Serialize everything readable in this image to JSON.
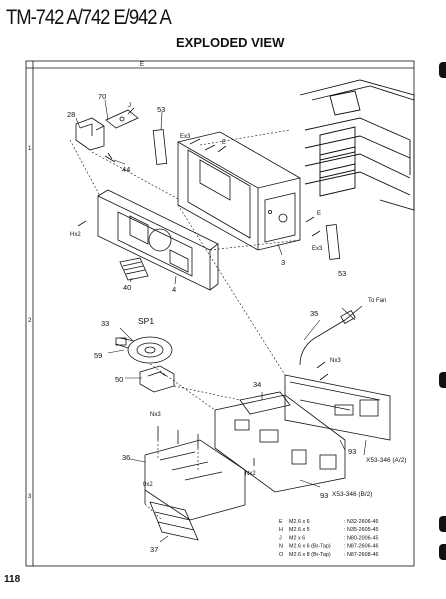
{
  "header": {
    "title": "TM-742 A/742 E/942 A",
    "subtitle": "EXPLODED VIEW"
  },
  "page_number": "118",
  "frame": {
    "col_label": "E",
    "row_labels": [
      "1",
      "2",
      "3"
    ]
  },
  "callouts": {
    "p70": "70",
    "p28": "28",
    "p44": "44",
    "p53a": "53",
    "p53b": "53",
    "p3": "3",
    "p4": "4",
    "p40": "40",
    "p33": "33",
    "p35": "35",
    "p59": "59",
    "p50": "50",
    "p34": "34",
    "p93a": "93",
    "p93b": "93",
    "p36": "36",
    "p37": "37",
    "sp1": "SP1",
    "to_fan": "To Fan",
    "x53a": "X53-346 (A/2)",
    "x53b": "X53-346 (B/2)"
  },
  "screw_labels": {
    "j1": "J",
    "ex3a": "Ex3",
    "e1": "E",
    "hx2": "Hx2",
    "e2": "E",
    "ex3b": "Ex3",
    "nx3a": "Nx3",
    "nx3b": "Nx3",
    "nx2": "Nx2",
    "ox2": "0x2"
  },
  "legend": [
    {
      "code": "E",
      "desc": "M2.6 x 6",
      "part": ": N32-2606-46"
    },
    {
      "code": "H",
      "desc": "M2.6 x 5",
      "part": ": N35-2605-45"
    },
    {
      "code": "J",
      "desc": "M2 x 6",
      "part": ": N80-2006-45"
    },
    {
      "code": "N",
      "desc": "M2.6 x 6 (Br-Tap)",
      "part": ": N87-2606-46"
    },
    {
      "code": "O",
      "desc": "M2.6 x 8 (Br-Tap)",
      "part": ": N87-2608-46"
    }
  ]
}
